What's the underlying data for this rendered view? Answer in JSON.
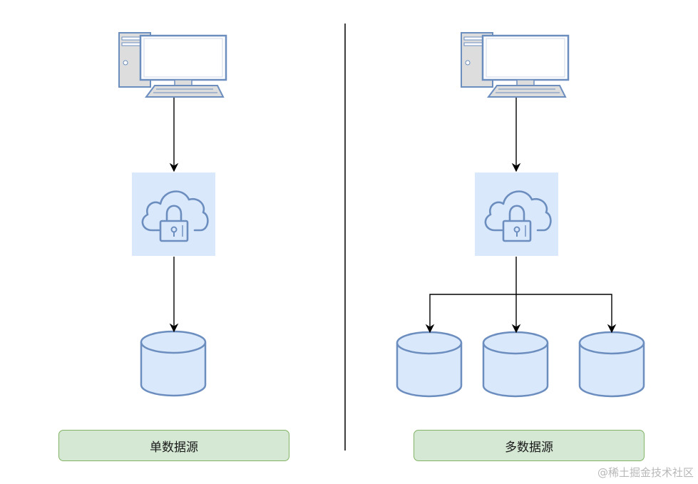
{
  "colors": {
    "node_fill": "#dae8fc",
    "node_stroke": "#6c8ebf",
    "label_fill": "#d5e8d4",
    "label_stroke": "#82b366",
    "edge": "#000000"
  },
  "icons": {
    "computer": "desktop-computer-icon",
    "secure_cloud": "cloud-lock-icon",
    "database": "database-cylinder-icon"
  },
  "left_panel": {
    "label": "单数据源"
  },
  "right_panel": {
    "label": "多数据源"
  },
  "watermark": "@稀土掘金技术社区"
}
